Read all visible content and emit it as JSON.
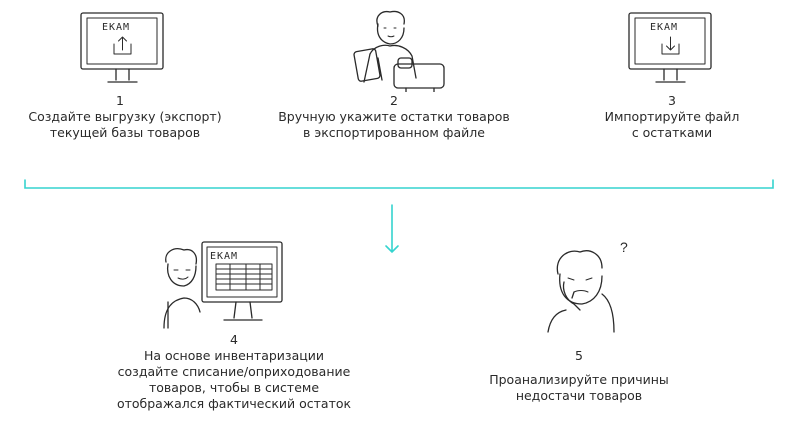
{
  "accent_color": "#35d4cf",
  "steps": [
    {
      "number": "1",
      "text": "Создайте выгрузку (экспорт)\nтекущей базы товаров",
      "icon": "monitor-upload-icon",
      "screen_label": "EKAM"
    },
    {
      "number": "2",
      "text": "Вручную укажите остатки товаров\nв экспортированном файле",
      "icon": "person-with-tablet-icon"
    },
    {
      "number": "3",
      "text": "Импортируйте файл\nс остатками",
      "icon": "monitor-download-icon",
      "screen_label": "EKAM"
    },
    {
      "number": "4",
      "text": "На основе инвентаризации\nсоздайте списание/оприходование\nтоваров, чтобы в системе\nотображался фактический остаток",
      "icon": "person-with-monitor-table-icon",
      "screen_label": "EKAM"
    },
    {
      "number": "5",
      "text": "Проанализируйте причины\nнедостачи товаров",
      "icon": "thinking-person-icon",
      "question_mark": "?"
    }
  ]
}
